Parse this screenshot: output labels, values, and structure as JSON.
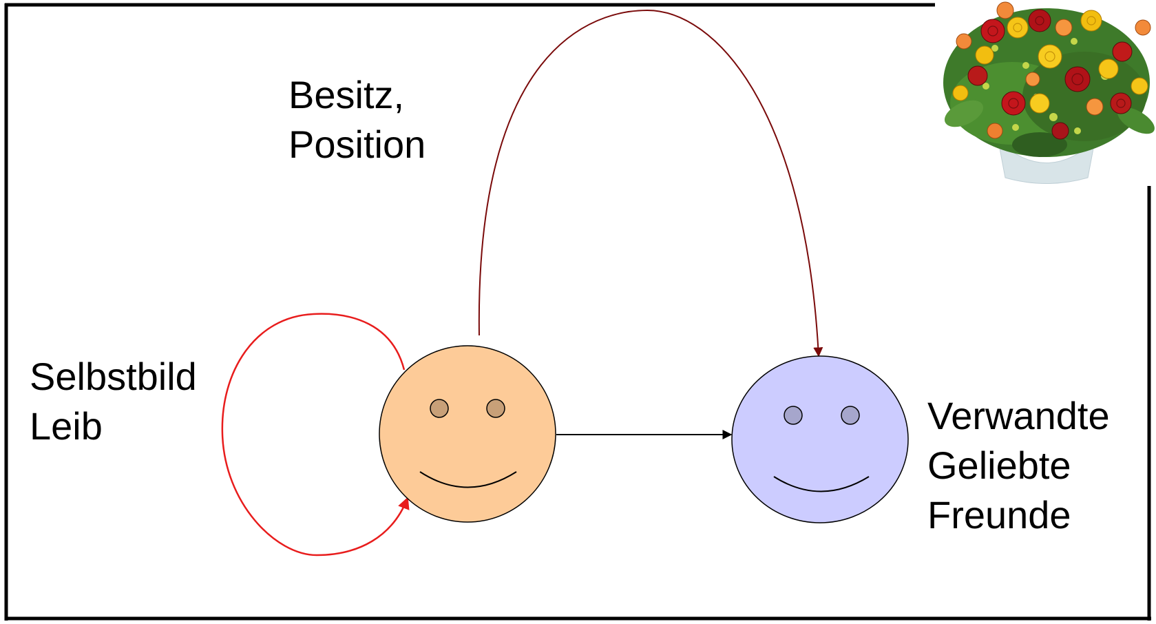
{
  "labels": {
    "top": [
      "Besitz,",
      "Position"
    ],
    "left": [
      "Selbstbild",
      "Leib"
    ],
    "right": [
      "Verwandte",
      "Geliebte",
      "Freunde"
    ]
  },
  "colors": {
    "frame": "#000000",
    "self_face_fill": "#FDCB98",
    "self_eye_fill": "#C8A078",
    "other_face_fill": "#CCCCFF",
    "other_eye_fill": "#A6A6CC",
    "self_loop_arrow": "#E81C1C",
    "over_arrow": "#7A0A0A",
    "direct_arrow": "#000000"
  },
  "picture": {
    "subject": "flower bouquet with red, yellow and orange roses",
    "icon": "flower-bouquet-image"
  }
}
